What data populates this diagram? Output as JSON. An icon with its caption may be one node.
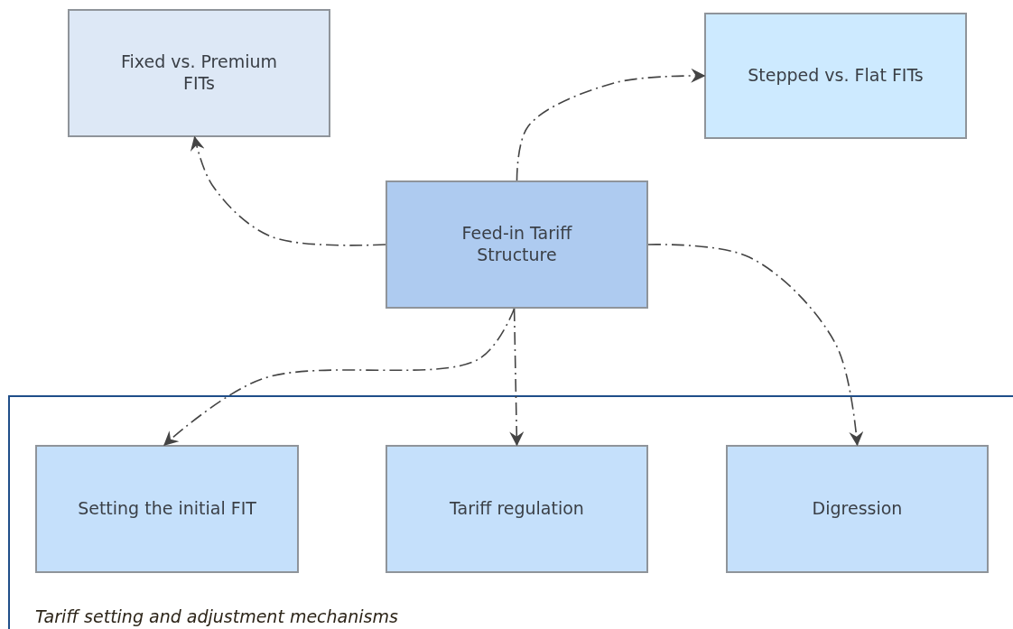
{
  "diagram": {
    "nodes": [
      {
        "text": [
          "Fixed vs. Premium FITs"
        ]
      },
      {
        "text": [
          "Stepped vs. Flat FITs"
        ]
      },
      {
        "text": [
          "Feed-in Tariff Structure"
        ]
      },
      {
        "text": [
          "Tariff setting and adjustment mechanisms"
        ]
      },
      {
        "text": [
          "Setting the initial FIT"
        ],
        "in": 3
      },
      {
        "text": [
          "Tariff regulation"
        ],
        "in": 3
      },
      {
        "text": [
          "Digression"
        ],
        "in": 3
      }
    ],
    "edges": [
      {
        "from": 2,
        "to": 0,
        "arrow": "to",
        "style": "dashed"
      },
      {
        "from": 2,
        "to": 1,
        "arrow": "to",
        "style": "dashed"
      },
      {
        "from": 2,
        "to": 6,
        "arrow": "to",
        "style": "dashed"
      },
      {
        "from": 2,
        "to": 4,
        "arrow": "to",
        "style": "dashed"
      },
      {
        "from": 2,
        "to": 5,
        "arrow": "to",
        "style": "dashed"
      }
    ]
  }
}
